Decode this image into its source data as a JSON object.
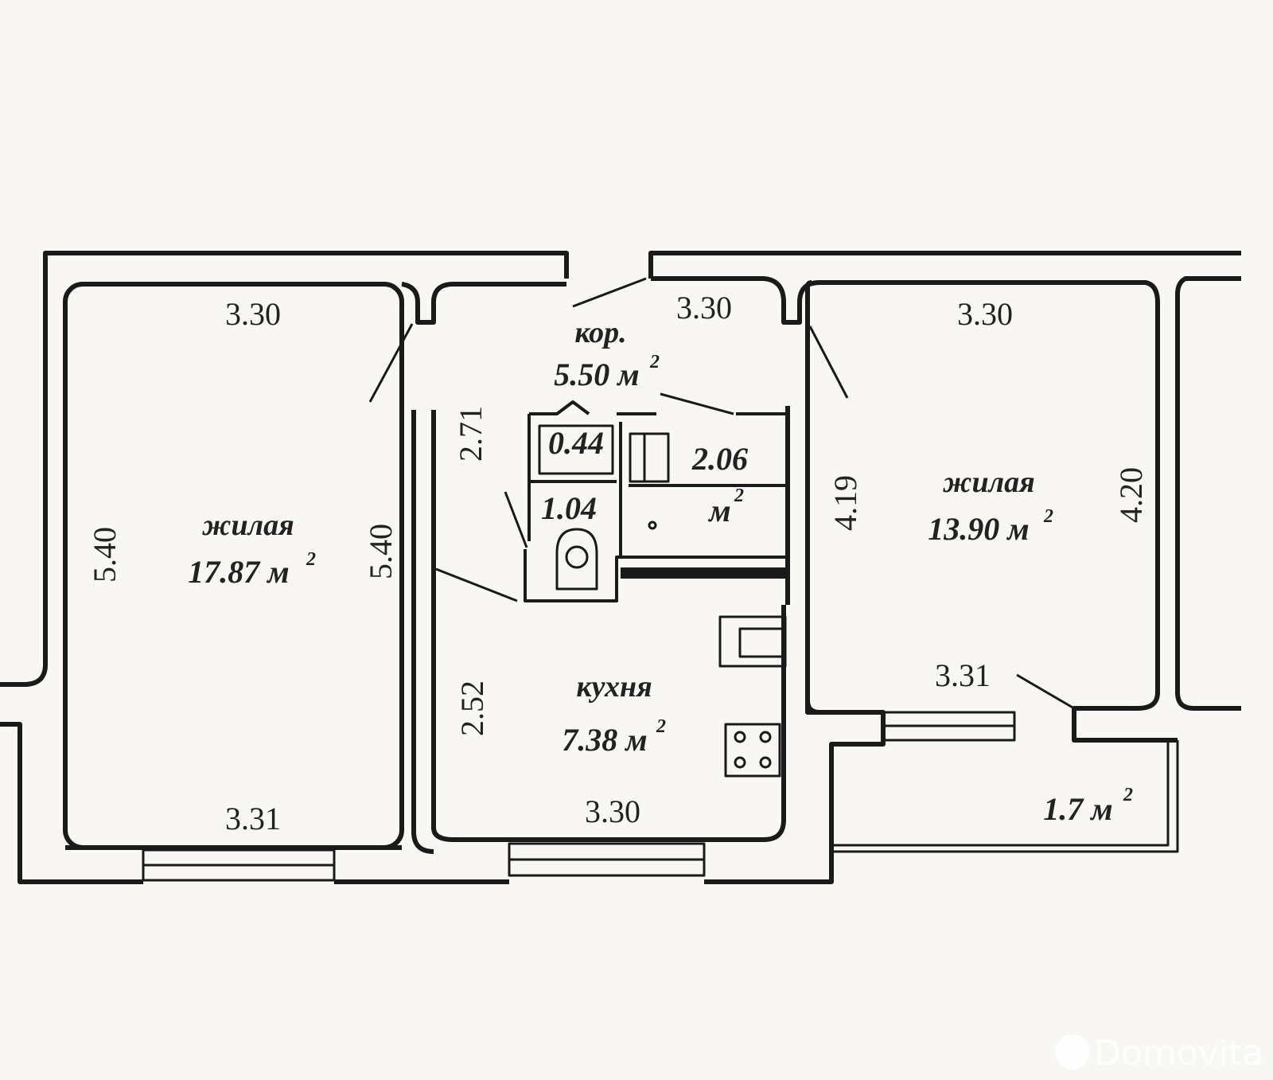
{
  "rooms": {
    "living_left": {
      "name": "жилая",
      "area": "17.87 м",
      "sup": "2",
      "dims": {
        "top": "3.30",
        "bottom": "3.31",
        "left": "5.40",
        "right": "5.40"
      }
    },
    "corridor": {
      "name": "кор.",
      "area": "5.50 м",
      "sup": "2",
      "dims": {
        "top": "3.30",
        "left": "2.71"
      }
    },
    "storage": {
      "area": "0.44"
    },
    "toilet": {
      "area": "1.04"
    },
    "bathroom": {
      "area": "2.06",
      "unit": "м",
      "sup": "2"
    },
    "kitchen": {
      "name": "кухня",
      "area": "7.38 м",
      "sup": "2",
      "dims": {
        "bottom": "3.30",
        "left": "2.52"
      }
    },
    "living_right": {
      "name": "жилая",
      "area": "13.90 м",
      "sup": "2",
      "dims": {
        "top": "3.30",
        "bottom": "3.31",
        "left": "4.19",
        "right": "4.20"
      }
    },
    "balcony": {
      "area": "1.7 м",
      "sup": "2"
    }
  },
  "watermark": "Domovita",
  "colors": {
    "wall": "#1a1a1a",
    "paper": "#f8f7f4"
  }
}
